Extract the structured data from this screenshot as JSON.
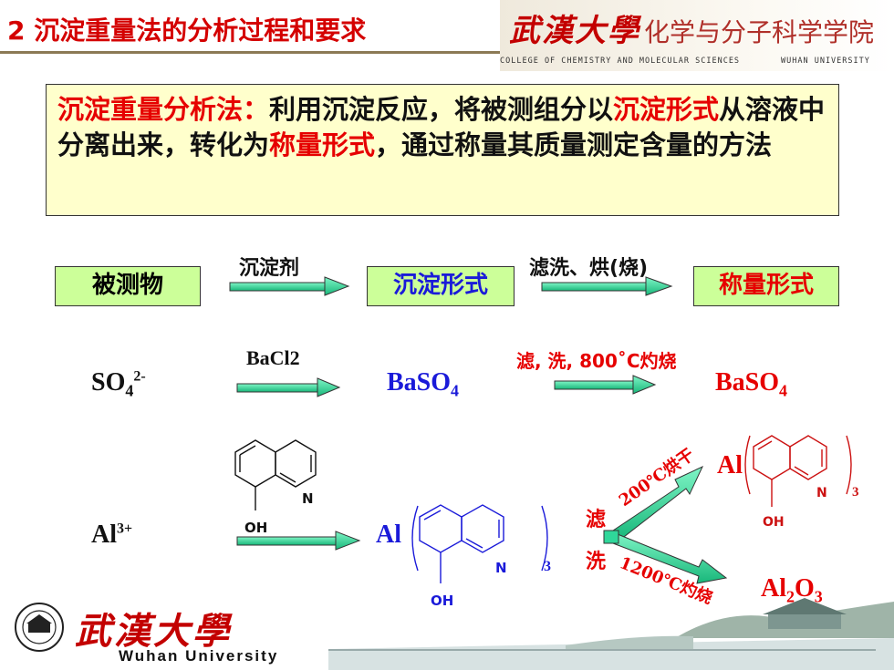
{
  "header": {
    "title": "2 沉淀重量法的分析过程和要求",
    "logo_cn": "武漢大學",
    "college_cn": "化学与分子科学学院",
    "college_en": "COLLEGE OF CHEMISTRY AND MOLECULAR SCIENCES",
    "university_en_top": "WUHAN UNIVERSITY"
  },
  "definition": {
    "term": "沉淀重量分析法：",
    "text1": "利用沉淀反应，将被测组分以",
    "term2": "沉淀形式",
    "text2": "从溶液中分离出来，转化为",
    "term3": "称量形式",
    "text3": "，通过称量其质量测定含量的方法"
  },
  "flow": {
    "box1": "被测物",
    "arrow1_label": "沉淀剂",
    "box2": "沉淀形式",
    "arrow2_label": "滤洗、烘(烧)",
    "box3": "称量形式"
  },
  "row1": {
    "analyte_base": "SO",
    "analyte_sub": "4",
    "analyte_sup": "2-",
    "reagent": "BaCl2",
    "precip_base": "BaSO",
    "precip_sub": "4",
    "condition": "滤, 洗, 800˚C灼烧",
    "weighing_base": "BaSO",
    "weighing_sub": "4"
  },
  "row2": {
    "analyte_base": "Al",
    "analyte_sup": "3+",
    "reagent_N": "N",
    "reagent_OH": "OH",
    "precip_Al": "Al",
    "precip_N": "N",
    "precip_OH": "OH",
    "precip_count": "3",
    "filter_char1": "滤",
    "filter_char2": "洗",
    "upper_condition": "200℃烘干",
    "upper_Al": "Al",
    "upper_N": "N",
    "upper_OH": "OH",
    "upper_count": "3",
    "lower_condition": "1200℃灼烧",
    "lower_product_a": "Al",
    "lower_product_sub1": "2",
    "lower_product_b": "O",
    "lower_product_sub2": "3"
  },
  "footer": {
    "logo_cn": "武漢大學",
    "university_en": "Wuhan University"
  },
  "colors": {
    "red": "#e60000",
    "blue": "#1a1ad9",
    "box_green": "#ccff99",
    "box_yellow": "#ffffcc",
    "arrow_teal": "#2fd79a"
  }
}
